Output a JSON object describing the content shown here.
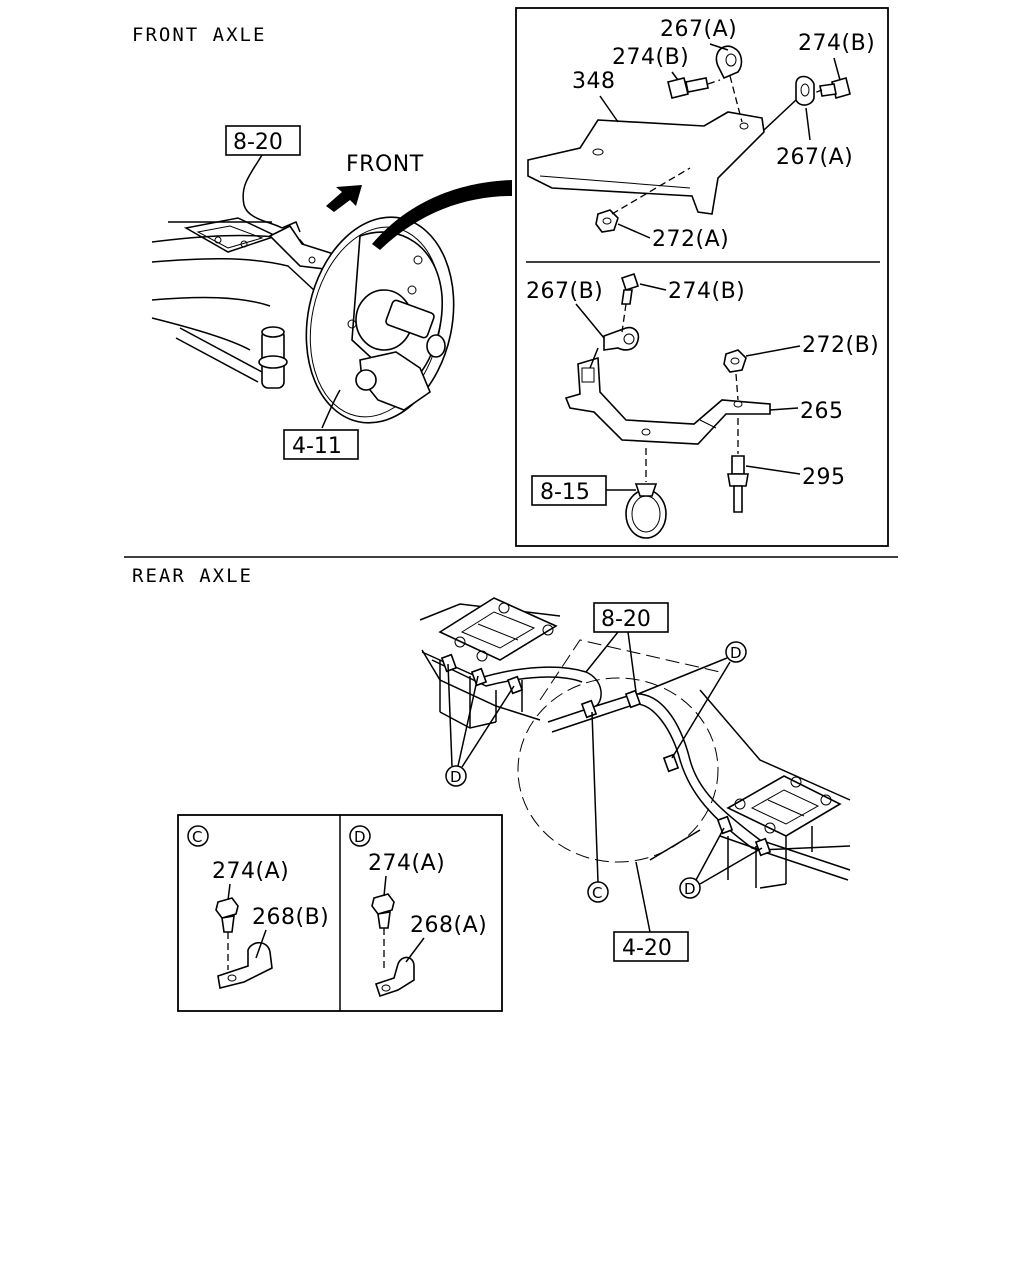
{
  "sections": {
    "front": "FRONT  AXLE",
    "rear": "REAR  AXLE",
    "direction": "FRONT"
  },
  "refs": {
    "front_cable": "8-20",
    "front_hub": "4-11",
    "clip": "8-15",
    "rear_cable": "8-20",
    "rear_axle": "4-20"
  },
  "parts": {
    "p267a_top": "267(A)",
    "p274b_top": "274(B)",
    "p348": "348",
    "p274b_right": "274(B)",
    "p267a_right": "267(A)",
    "p272a": "272(A)",
    "p267b": "267(B)",
    "p274b_mid": "274(B)",
    "p272b": "272(B)",
    "p265": "265",
    "p295": "295"
  },
  "details": {
    "c": {
      "marker": "C",
      "bolt": "274(A)",
      "clamp": "268(B)"
    },
    "d": {
      "marker": "D",
      "bolt": "274(A)",
      "clamp": "268(A)"
    }
  },
  "callouts": {
    "d": "D",
    "c": "C"
  }
}
